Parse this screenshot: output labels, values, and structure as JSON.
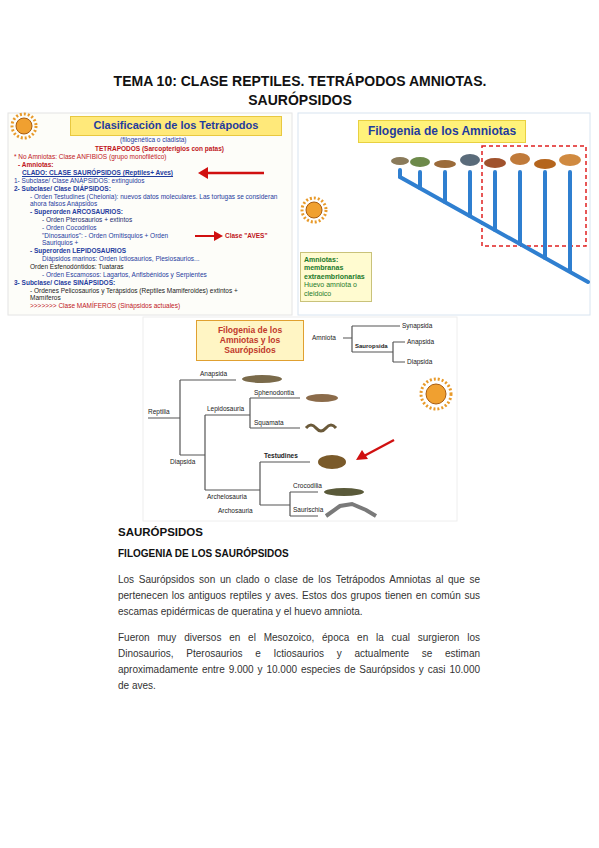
{
  "diagram": {
    "title": "TEMA 10: CLASE REPTILES. TETRÁPODOS AMNIOTAS. SAURÓPSIDOS",
    "nodes": [
      {
        "text": [
          "Clasificación de los Tetrápodos"
        ]
      },
      {
        "text": [
          "Filogenia de los Amniotas"
        ]
      },
      {
        "text": [
          "Amniotas: membranas extraembrionarias",
          "Huevo amniota o cleidoico"
        ]
      },
      {
        "text": [
          "Filogenia de los Amniotas y los Saurópsidos"
        ]
      }
    ],
    "labels": [
      "(filogenética o cladista)",
      "TETRAPODOS (Sarcopterigios con patas)",
      "* No Amniotas: Clase ANFIBIOS (grupo monofilético)",
      "- Amniotas:",
      "CLADO: CLASE SAURÓPSIDOS (Reptiles+ Aves)",
      "1- Subclase/ Clase ANÁPSIDOS: extinguidos",
      "2- Subclase/ Clase DIÁPSIDOS:",
      "- Orden Testudines (Chelonia): nuevos datos moleculares. Las tortugas se consideran ahora falsos Anápsidos",
      "- Superorden ARCOSAURIOS:",
      "- Orden Pterosaurios + extintos",
      "- Orden Cocodrilos",
      "\"Dinosaurios\": - Orden Ornitisquios + Orden Sauriquios +",
      "Clase \"AVES\"",
      "- Superorden LEPIDOSAURIOS",
      "Diápsidos marinos: Orden Ictiosaurios, Plesiosaurios...",
      "Orden Esfenodóntidos: Tuataras",
      "- Orden Escamosos: Lagartos, Anfisbénidos y Serpientes",
      "3- Subclase/ Clase SINÁPSIDOS:",
      "- Ordenes Pelicosaurios y Terápsidos (Reptiles Mamiferoides) extintos + Mamíferos",
      ">>>>>>> Clase MAMÍFEROS (Sinápsidos actuales)",
      "Synapsida",
      "Amniota",
      "Sauropsida",
      "Anapsida",
      "Diapsida",
      "Anapsida",
      "Reptilia",
      "Diapsida",
      "Lepidosauria",
      "Sphenodontia",
      "Squamata",
      "Testudines",
      "Archelosauria",
      "Archosauria",
      "Crocodilia",
      "Saurischia",
      "SAURÓPSIDOS",
      "FILOGENIA DE LOS SAURÓPSIDOS",
      "Los Saurópsidos son un clado o clase de los Tetrápodos Amniotas al que se pertenecen los antiguos reptiles y aves. Estos dos grupos tienen en común sus escamas epidérmicas de queratina y el huevo amniota.",
      "Fueron muy diversos en el Mesozoico, época en la cual surgieron los Dinosaurios, Pterosaurios e Ictiosaurios y actualmente se estiman aproximadamente entre 9.000 y 10.000 especies de Saurópsidos y casi 10.000 de aves."
    ]
  }
}
